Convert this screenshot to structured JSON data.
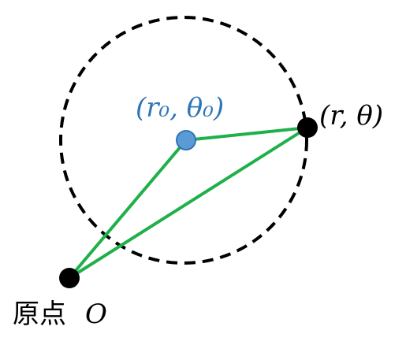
{
  "diagram": {
    "center_label": "(r₀, θ₀)",
    "point_label": "(r, θ)",
    "origin_label_text": "原点",
    "origin_label_symbol": "O"
  },
  "colors": {
    "circle": "#000000",
    "center_point": "#5B9BD5",
    "center_point_stroke": "#2E75B6",
    "center_label": "#2E75B6",
    "segments": "#1FB04A",
    "points": "#000000",
    "labels": "#000000"
  }
}
